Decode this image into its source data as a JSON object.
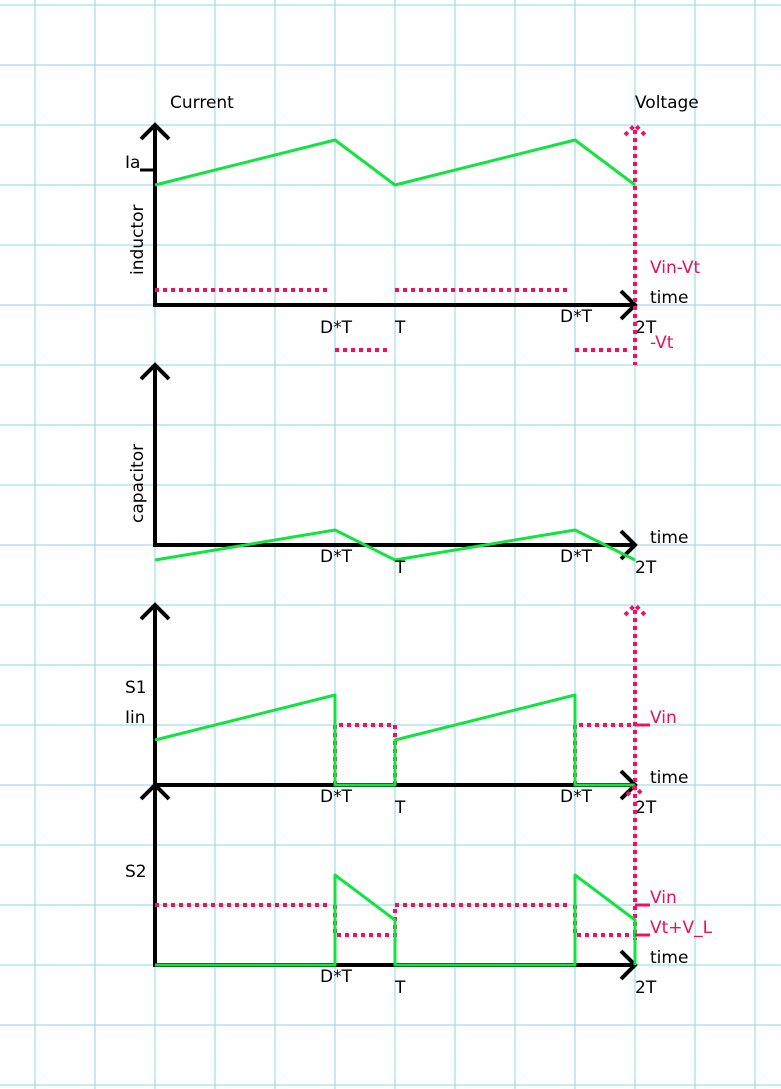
{
  "header": {
    "current_label": "Current",
    "voltage_label": "Voltage"
  },
  "inductor": {
    "title": "inductor",
    "ia_label": "Ia",
    "time_label": "time",
    "ticks": {
      "dt1": "D*T",
      "t": "T",
      "dt2": "D*T",
      "t2": "2T"
    },
    "voltage_labels": {
      "high": "Vin-Vt",
      "low": "-Vt"
    }
  },
  "capacitor": {
    "title": "capacitor",
    "time_label": "time",
    "ticks": {
      "dt1": "D*T",
      "t": "T",
      "dt2": "D*T",
      "t2": "2T"
    }
  },
  "s1": {
    "title": "S1",
    "current_label": "Iin",
    "time_label": "time",
    "ticks": {
      "dt1": "D*T",
      "t": "T",
      "dt2": "D*T",
      "t2": "2T"
    },
    "voltage_labels": {
      "vin": "Vin"
    }
  },
  "s2": {
    "title": "S2",
    "time_label": "time",
    "ticks": {
      "dt1": "D*T",
      "t": "T",
      "t2": "2T"
    },
    "voltage_labels": {
      "vin": "Vin",
      "vt_vl": "Vt+V_L"
    }
  },
  "colors": {
    "current": "#11e33f",
    "voltage": "#ef1160",
    "axis": "#000000",
    "grid": "#8fd3e3"
  }
}
